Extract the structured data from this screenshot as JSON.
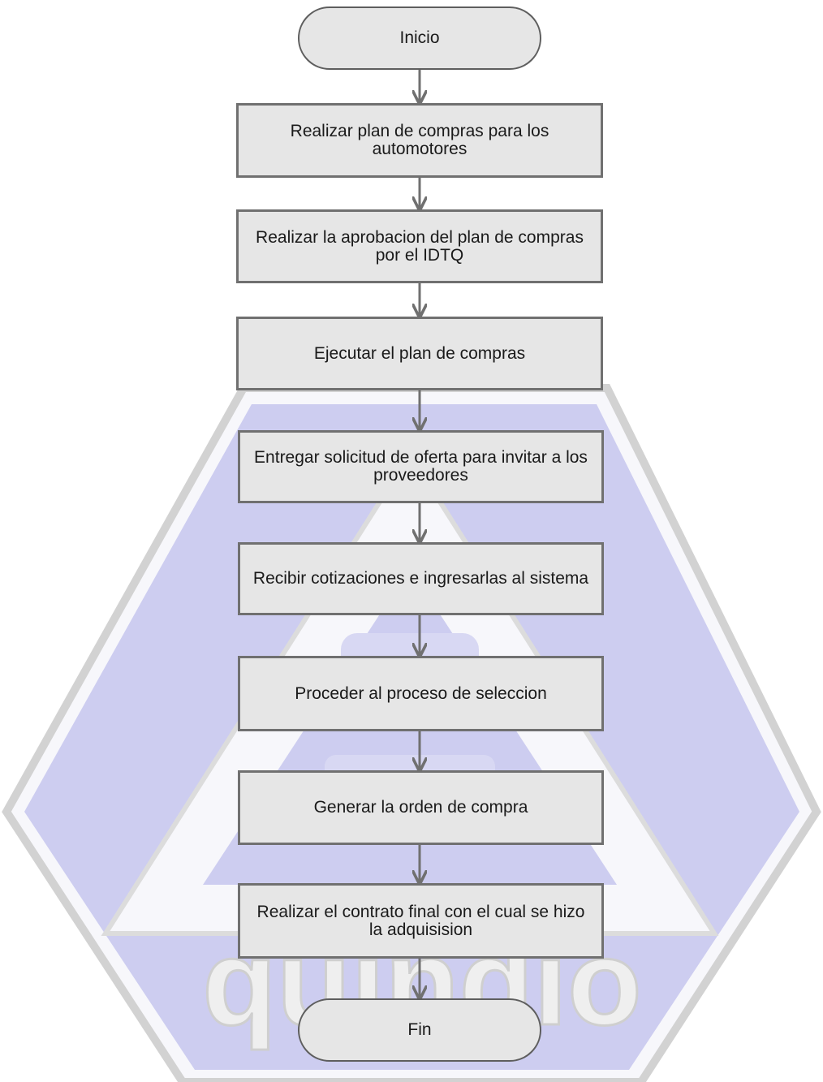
{
  "flowchart": {
    "start_label": "Inicio",
    "end_label": "Fin",
    "steps": [
      {
        "label": "Realizar plan de compras para los automotores"
      },
      {
        "label": "Realizar la aprobacion del plan de compras por el IDTQ"
      },
      {
        "label": "Ejecutar el plan de compras"
      },
      {
        "label": "Entregar solicitud de oferta para invitar a los proveedores"
      },
      {
        "label": "Recibir cotizaciones e ingresarlas al sistema"
      },
      {
        "label": "Proceder  al proceso de seleccion"
      },
      {
        "label": "Generar la orden de compra"
      },
      {
        "label": "Realizar el contrato final con el cual se hizo la adquisision"
      }
    ]
  },
  "watermark": {
    "type": "university-seal",
    "text": "quindio"
  },
  "colors": {
    "node_fill": "#e6e6e6",
    "node_border": "#707070",
    "arrow": "#707070",
    "watermark_fill": "#c9c9ee",
    "watermark_outline": "#d8d8d8"
  }
}
